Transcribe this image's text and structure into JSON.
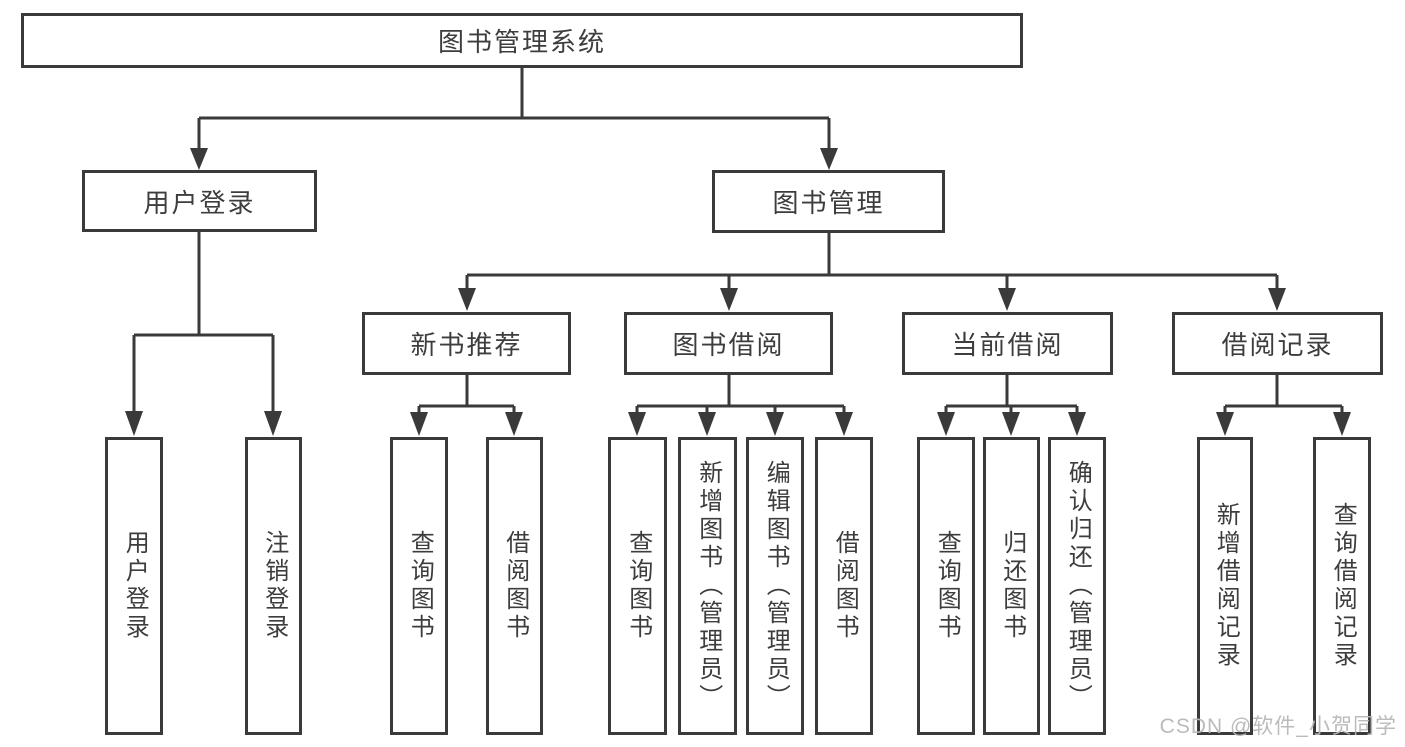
{
  "diagram": {
    "root": {
      "label": "图书管理系统"
    },
    "level2": [
      {
        "label": "用户登录",
        "children": [
          {
            "label": "用户登录"
          },
          {
            "label": "注销登录"
          }
        ]
      },
      {
        "label": "图书管理",
        "children": [
          {
            "label": "新书推荐",
            "children": [
              {
                "label": "查询图书"
              },
              {
                "label": "借阅图书"
              }
            ]
          },
          {
            "label": "图书借阅",
            "children": [
              {
                "label": "查询图书"
              },
              {
                "label": "新增图书（管理员）"
              },
              {
                "label": "编辑图书（管理员）"
              },
              {
                "label": "借阅图书"
              }
            ]
          },
          {
            "label": "当前借阅",
            "children": [
              {
                "label": "查询图书"
              },
              {
                "label": "归还图书"
              },
              {
                "label": "确认归还（管理员）"
              }
            ]
          },
          {
            "label": "借阅记录",
            "children": [
              {
                "label": "新增借阅记录"
              },
              {
                "label": "查询借阅记录"
              }
            ]
          }
        ]
      }
    ],
    "watermark": "CSDN @软件_小贺同学",
    "colors": {
      "line": "#3a3a3a",
      "text": "#3d3d3d",
      "background": "#ffffff",
      "watermark": "#b8b8b8"
    }
  }
}
